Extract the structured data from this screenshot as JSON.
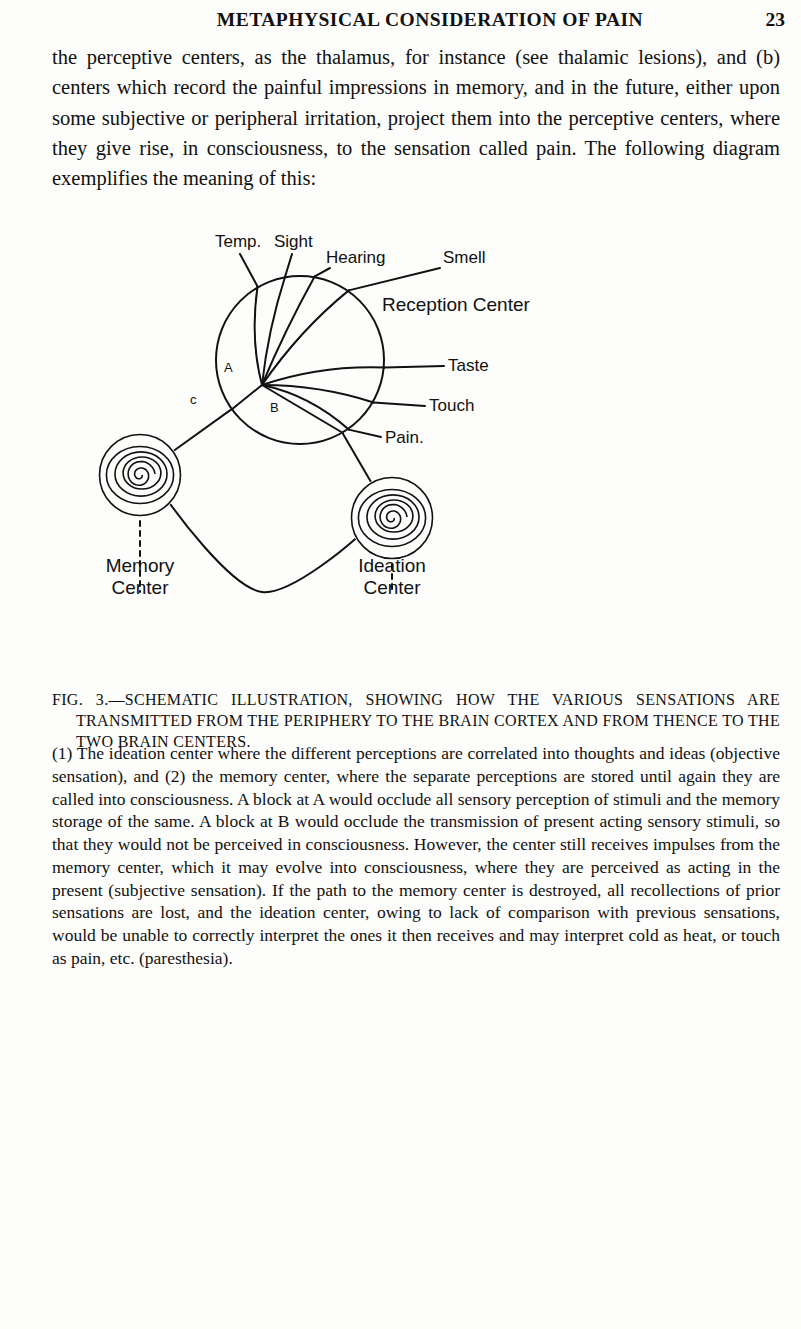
{
  "diagram": {
    "caption": "FIG. 3.—SCHEMATIC ILLUSTRATION, SHOWING HOW THE VARIOUS SENSATIONS ARE TRANSMITTED FROM THE PERIPHERY TO THE BRAIN CORTEX AND FROM THENCE TO THE TWO BRAIN CENTERS.",
    "nodes": [
      {
        "text": [
          "Reception Center"
        ]
      },
      {
        "text": [
          "Memory Center"
        ]
      },
      {
        "text": [
          "Ideation Center"
        ]
      }
    ],
    "edges": [
      {
        "from": 0,
        "to": 1,
        "arrow": "none"
      },
      {
        "from": 0,
        "to": 2,
        "arrow": "none"
      },
      {
        "from": 1,
        "to": 2,
        "arrow": "none"
      }
    ],
    "labels": [
      "METAPHYSICAL CONSIDERATION OF PAIN",
      "23",
      "the perceptive centers, as the thalamus, for instance (see thalamic lesions), and (b) centers which record the painful impressions in memory, and in the future, either upon some subjective or peripheral irritation, project them into the perceptive centers, where they give rise, in consciousness, to the sensation called pain. The following diagram exemplifies the meaning of this:",
      "Temp.",
      "Sight",
      "Hearing",
      "Smell",
      "Taste",
      "Touch",
      "Pain.",
      "A",
      "c",
      "B",
      "(1) The ideation center where the different perceptions are correlated into thoughts and ideas (objective sensation), and (2) the memory center, where the separate perceptions are stored until again they are called into consciousness. A block at A would occlude all sensory perception of stimuli and the memory storage of the same. A block at B would occlude the transmission of present acting sensory stimuli, so that they would not be perceived in consciousness. However, the center still receives impulses from the memory center, which it may evolve into consciousness, where they are perceived as acting in the present (subjective sensation). If the path to the memory center is destroyed, all recollections of prior sensations are lost, and the ideation center, owing to lack of comparison with previous sensations, would be unable to correctly interpret the ones it then receives and may interpret cold as heat, or touch as pain, etc. (paresthesia)."
    ]
  }
}
